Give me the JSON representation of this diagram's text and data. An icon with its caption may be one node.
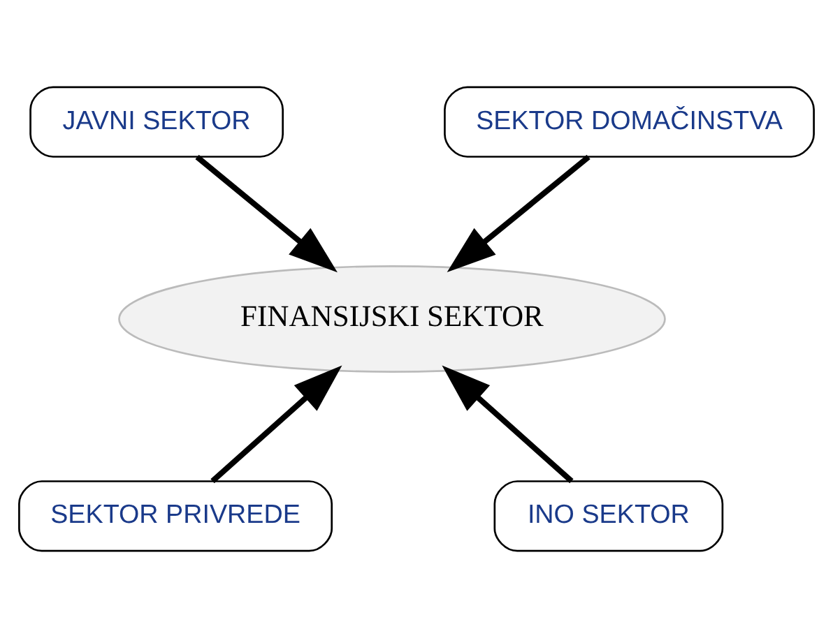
{
  "diagram": {
    "nodes": [
      {
        "text": [
          "JAVNI SEKTOR"
        ]
      },
      {
        "text": [
          "SEKTOR DOMAČINSTVA"
        ]
      },
      {
        "text": [
          "FINANSIJSKI SEKTOR"
        ]
      },
      {
        "text": [
          "SEKTOR PRIVREDE"
        ]
      },
      {
        "text": [
          "INO SEKTOR"
        ]
      }
    ],
    "edges": [
      {
        "from": 0,
        "to": 2,
        "arrow": "to"
      },
      {
        "from": 1,
        "to": 2,
        "arrow": "to"
      },
      {
        "from": 3,
        "to": 2,
        "arrow": "to"
      },
      {
        "from": 4,
        "to": 2,
        "arrow": "to"
      }
    ]
  }
}
